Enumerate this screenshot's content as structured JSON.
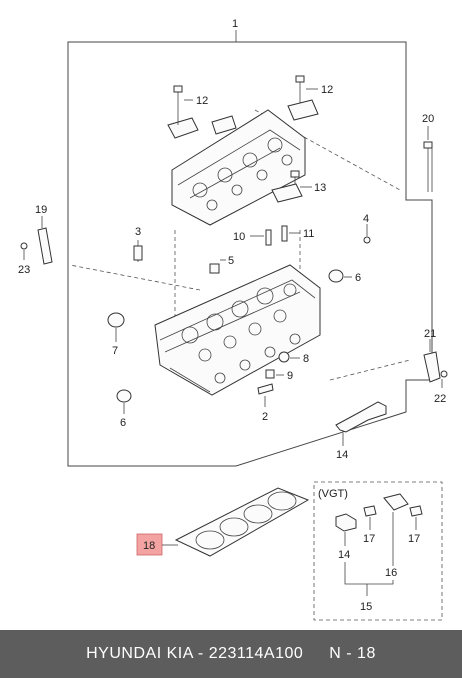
{
  "diagram": {
    "callouts": {
      "n1": "1",
      "n2": "2",
      "n3": "3",
      "n4": "4",
      "n5": "5",
      "n6a": "6",
      "n6b": "6",
      "n7": "7",
      "n8": "8",
      "n9": "9",
      "n10": "10",
      "n11": "11",
      "n12a": "12",
      "n12b": "12",
      "n13": "13",
      "n14a": "14",
      "n14b": "14",
      "n15": "15",
      "n16": "16",
      "n17a": "17",
      "n17b": "17",
      "n18": "18",
      "n19": "19",
      "n20": "20",
      "n21": "21",
      "n22": "22",
      "n23": "23"
    },
    "inset_label": "(VGT)",
    "highlight_color": "#f4a3a3"
  },
  "footer": {
    "brand": "HYUNDAI  KIA - 223114A100",
    "ref": "N - 18"
  }
}
